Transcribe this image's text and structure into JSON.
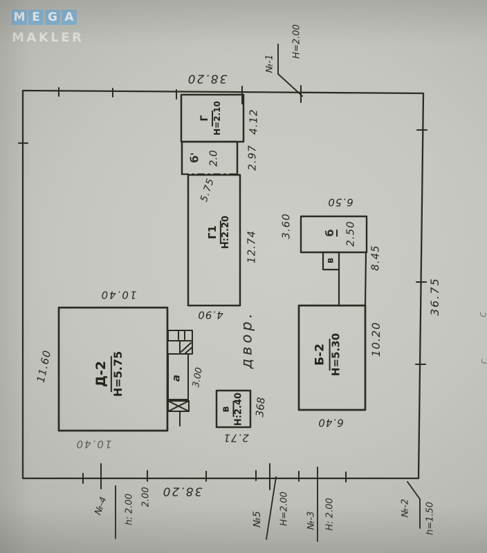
{
  "logo": {
    "letters": [
      "M",
      "E",
      "G",
      "A"
    ],
    "subtitle": "MAKLER",
    "tile_color": "#7fb3d6"
  },
  "yard": {
    "label": "двор."
  },
  "buildings": {
    "d2": {
      "name": "Д-2",
      "height": "H=5.75"
    },
    "b2": {
      "name": "Б-2",
      "height": "H=5.30"
    },
    "g": {
      "name": "Г",
      "height": "H=2.10"
    },
    "g1": {
      "name": "Г1",
      "height": "H:2.20"
    },
    "v_annex": {
      "name": "в",
      "height": "H:2.40"
    },
    "b_shed": {
      "name": "б"
    },
    "v_shed": {
      "name": "в"
    },
    "b_prime": {
      "name": "б'"
    },
    "porch": {
      "name": "a"
    }
  },
  "dimensions": {
    "boundary_top": "38.20",
    "boundary_bottom": "38.20",
    "boundary_right": "36.75",
    "d2_top": "10.40",
    "d2_bottom": "10.40",
    "d2_left": "11.60",
    "porch": "3.00",
    "g1_top": "5.75",
    "g1_bottom": "4.90",
    "g1_right": "12.74",
    "b_prime_top": "2.0",
    "b_prime_right": "2.97",
    "g_right": "4.12",
    "b_shed_top": "6.50",
    "b_shed_left": "3.60",
    "b_shed_inner": "2.50",
    "fence_right": "8.45",
    "b2_right": "10.20",
    "b2_bottom": "6.40",
    "v_annex_bottom": "2.71",
    "v_annex_note": "368",
    "extra_2_00": "2.00"
  },
  "markers": {
    "m1": {
      "no": "№-1",
      "h": "H=2.00"
    },
    "m2": {
      "no": "№-2",
      "h": "h=1.50"
    },
    "m3": {
      "no": "№-3",
      "h": "H: 2.00"
    },
    "m4": {
      "no": "№-4",
      "h": "h: 2.00"
    },
    "m5": {
      "no": "№5",
      "h": "H=2.00"
    }
  },
  "edge_fragments": {
    "a": "с",
    "b": "г"
  },
  "colors": {
    "ink": "#2a2a22",
    "paper": "#c6c6c0",
    "logo_tile": "#7fb3d6"
  }
}
